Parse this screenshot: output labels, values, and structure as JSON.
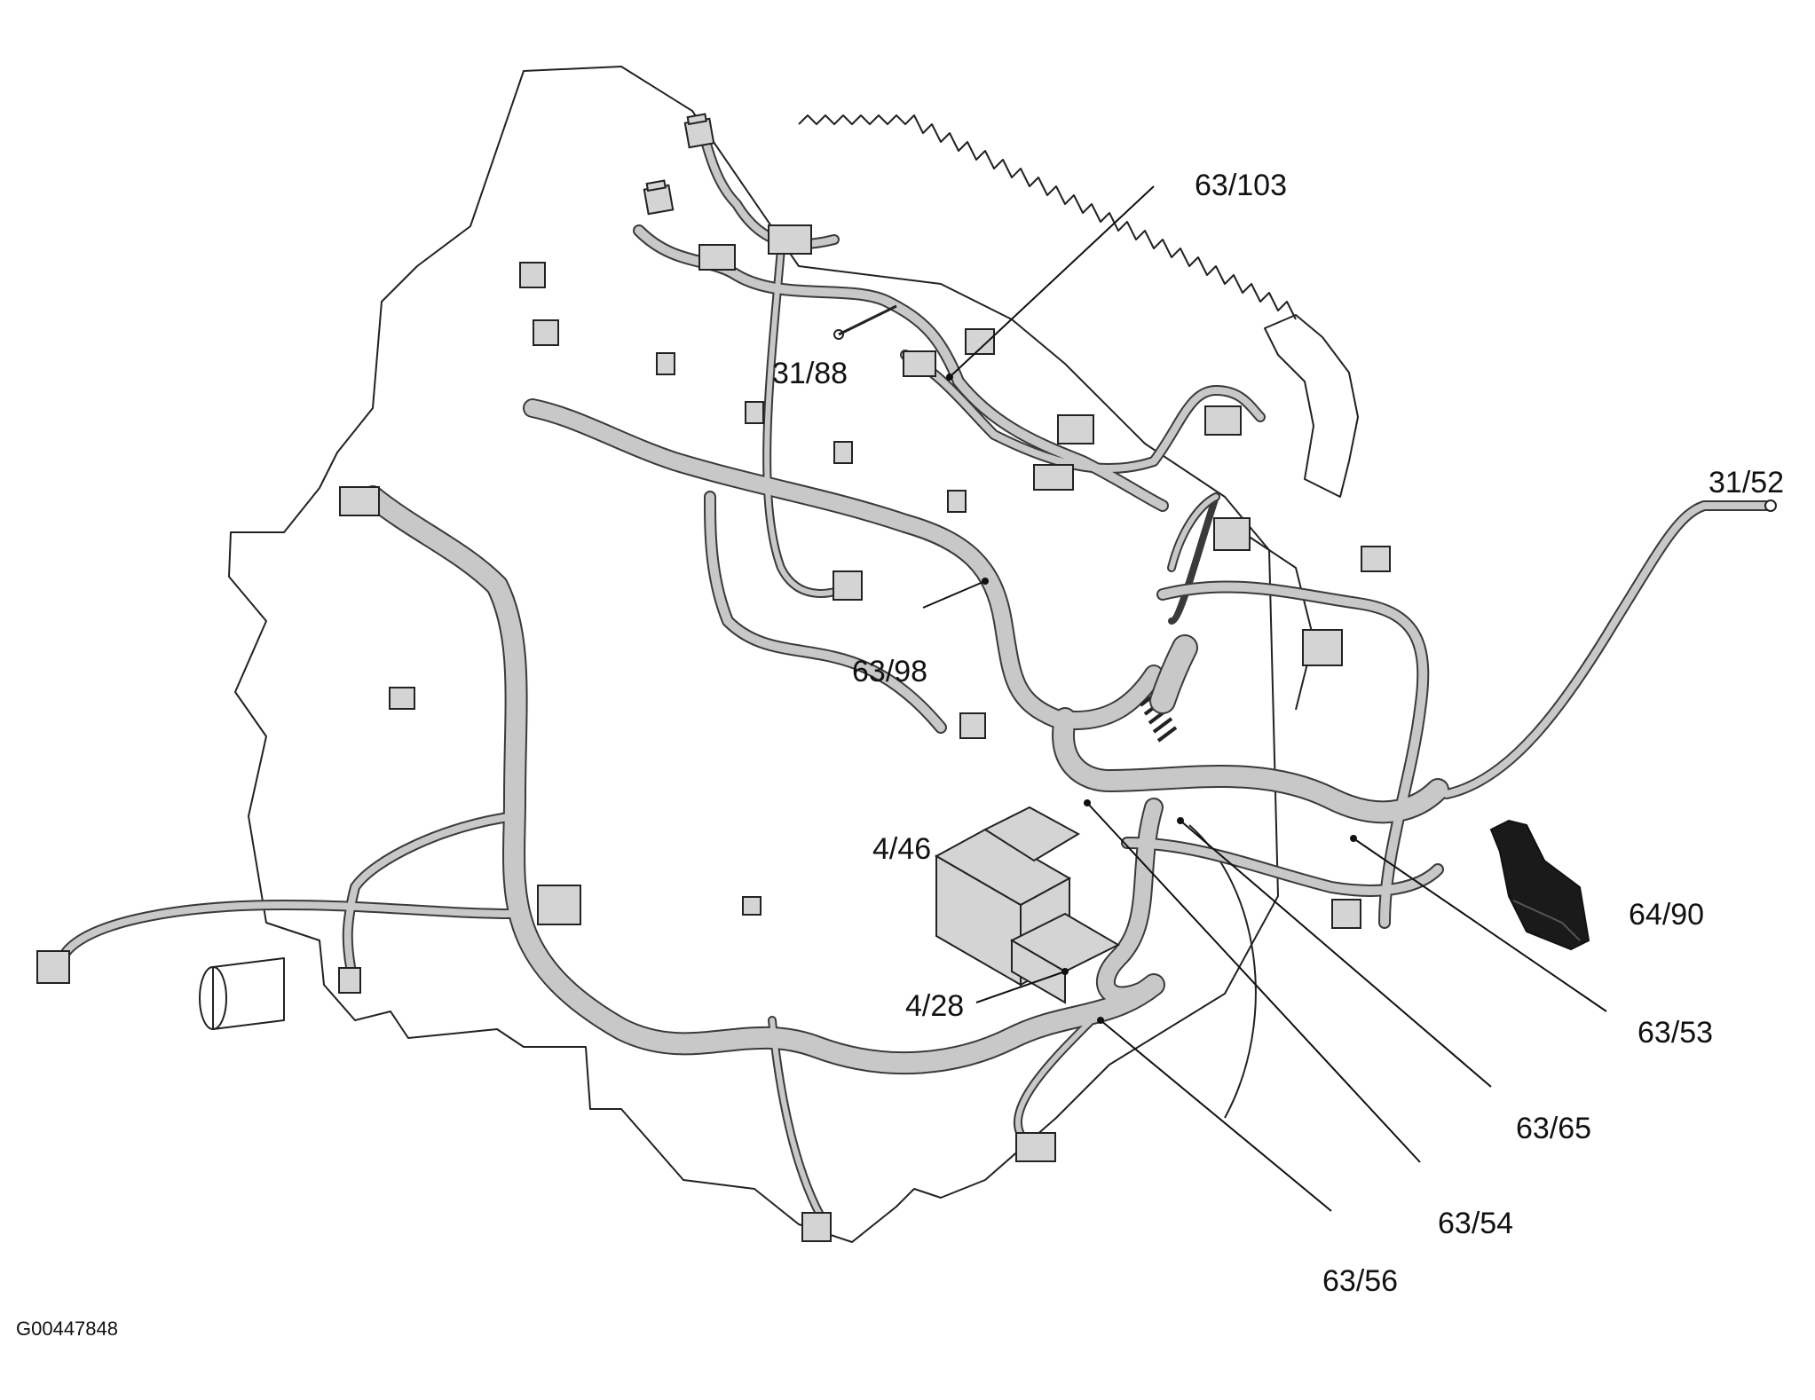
{
  "figure_id": "G00447848",
  "callouts": {
    "c63_103": "63/103",
    "c31_88": "31/88",
    "c31_52": "31/52",
    "c63_98": "63/98",
    "c4_46": "4/46",
    "c4_28": "4/28",
    "c64_90": "64/90",
    "c63_53": "63/53",
    "c63_65": "63/65",
    "c63_54": "63/54",
    "c63_56": "63/56"
  },
  "colors": {
    "harness_fill": "#c8c8c8",
    "harness_edge": "#3a3a3a",
    "connector_fill": "#d4d4d4",
    "dark_connector": "#1a1a1a",
    "line": "#222222"
  }
}
